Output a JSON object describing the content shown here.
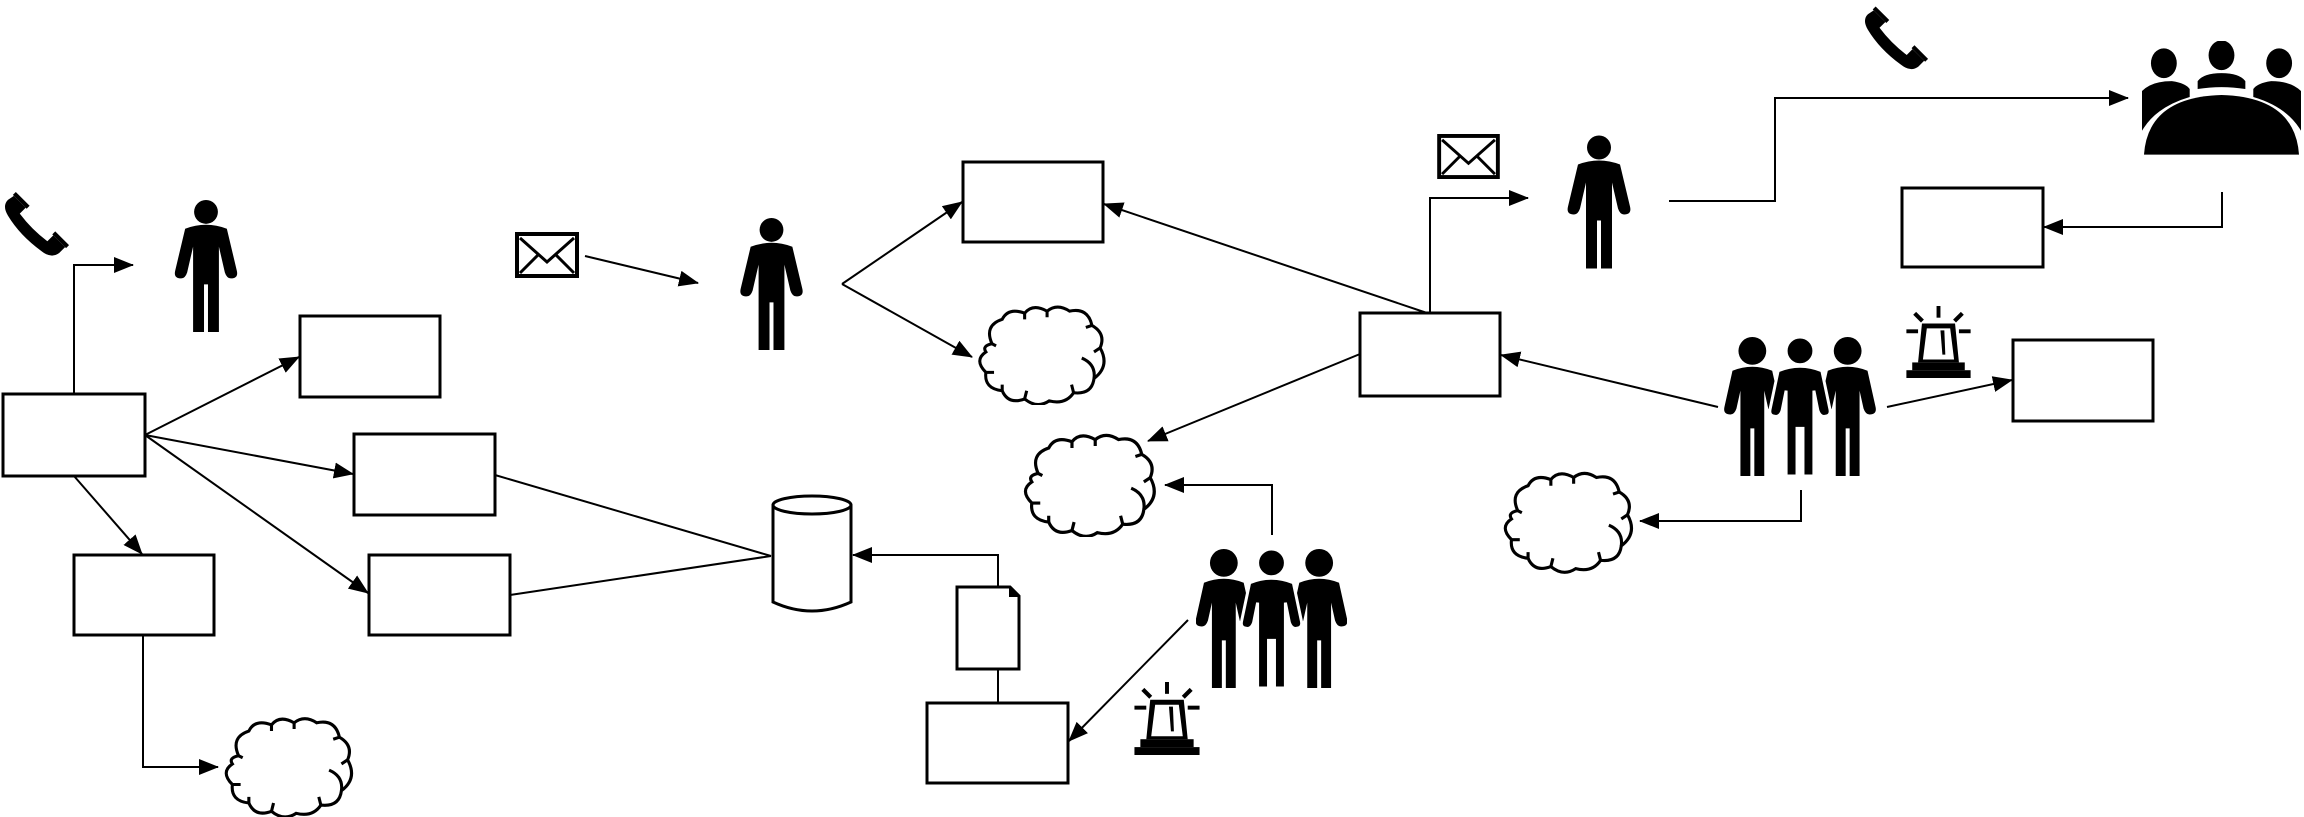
{
  "diagram": {
    "title": "",
    "colors": {
      "stroke": "#000000",
      "background": "#ffffff"
    },
    "nodes": [
      {
        "id": "box-a",
        "type": "process-box",
        "label": ""
      },
      {
        "id": "box-b",
        "type": "process-box",
        "label": ""
      },
      {
        "id": "box-c",
        "type": "process-box",
        "label": ""
      },
      {
        "id": "box-d",
        "type": "process-box",
        "label": ""
      },
      {
        "id": "box-e",
        "type": "process-box",
        "label": ""
      },
      {
        "id": "box-f",
        "type": "process-box",
        "label": ""
      },
      {
        "id": "box-g",
        "type": "process-box",
        "label": ""
      },
      {
        "id": "box-h",
        "type": "process-box",
        "label": ""
      },
      {
        "id": "box-i",
        "type": "process-box",
        "label": ""
      },
      {
        "id": "box-j",
        "type": "process-box",
        "label": ""
      },
      {
        "id": "cloud-1",
        "type": "cloud",
        "label": ""
      },
      {
        "id": "cloud-2",
        "type": "cloud",
        "label": ""
      },
      {
        "id": "cloud-3",
        "type": "cloud",
        "label": ""
      },
      {
        "id": "cloud-4",
        "type": "cloud",
        "label": ""
      },
      {
        "id": "database-1",
        "type": "database",
        "label": ""
      },
      {
        "id": "document-1",
        "type": "document",
        "label": ""
      },
      {
        "id": "person-1",
        "type": "person-icon"
      },
      {
        "id": "person-2",
        "type": "person-icon"
      },
      {
        "id": "person-3",
        "type": "person-icon"
      },
      {
        "id": "group-1",
        "type": "group-icon"
      },
      {
        "id": "group-2",
        "type": "group-icon"
      },
      {
        "id": "meeting-1",
        "type": "meeting-icon"
      },
      {
        "id": "phone-1",
        "type": "phone-icon"
      },
      {
        "id": "phone-2",
        "type": "phone-icon"
      },
      {
        "id": "envelope-1",
        "type": "envelope-icon"
      },
      {
        "id": "envelope-2",
        "type": "envelope-icon"
      },
      {
        "id": "siren-1",
        "type": "siren-icon"
      },
      {
        "id": "siren-2",
        "type": "siren-icon"
      }
    ],
    "edges": [
      {
        "from": "box-a",
        "to": "person-1",
        "arrow": true,
        "style": "orthogonal"
      },
      {
        "from": "box-a",
        "to": "box-b",
        "arrow": true
      },
      {
        "from": "box-a",
        "to": "box-c",
        "arrow": true
      },
      {
        "from": "box-a",
        "to": "box-d",
        "arrow": true
      },
      {
        "from": "box-a",
        "to": "box-e",
        "arrow": true
      },
      {
        "from": "box-e",
        "to": "cloud-1",
        "arrow": true,
        "style": "orthogonal"
      },
      {
        "from": "box-c",
        "to": "database-1",
        "arrow": false
      },
      {
        "from": "box-d",
        "to": "database-1",
        "arrow": false
      },
      {
        "from": "envelope-1",
        "to": "person-2",
        "arrow": true
      },
      {
        "from": "person-2",
        "to": "box-f",
        "arrow": true
      },
      {
        "from": "person-2",
        "to": "cloud-2",
        "arrow": true
      },
      {
        "from": "box-g",
        "to": "box-f",
        "arrow": true
      },
      {
        "from": "box-g",
        "to": "cloud-3",
        "arrow": true
      },
      {
        "from": "box-g",
        "to": "person-3",
        "arrow": true,
        "style": "orthogonal"
      },
      {
        "from": "document-1",
        "to": "database-1",
        "arrow": true,
        "style": "orthogonal"
      },
      {
        "from": "document-1",
        "to": "box-h",
        "arrow": false
      },
      {
        "from": "group-1",
        "to": "cloud-3",
        "arrow": true,
        "style": "orthogonal"
      },
      {
        "from": "group-1",
        "to": "box-h",
        "arrow": true
      },
      {
        "from": "group-2",
        "to": "box-g",
        "arrow": true
      },
      {
        "from": "group-2",
        "to": "box-j",
        "arrow": true
      },
      {
        "from": "group-2",
        "to": "cloud-4",
        "arrow": true,
        "style": "orthogonal"
      },
      {
        "from": "person-3",
        "to": "meeting-1",
        "arrow": true,
        "style": "orthogonal"
      },
      {
        "from": "meeting-1",
        "to": "box-i",
        "arrow": true,
        "style": "orthogonal"
      }
    ]
  }
}
